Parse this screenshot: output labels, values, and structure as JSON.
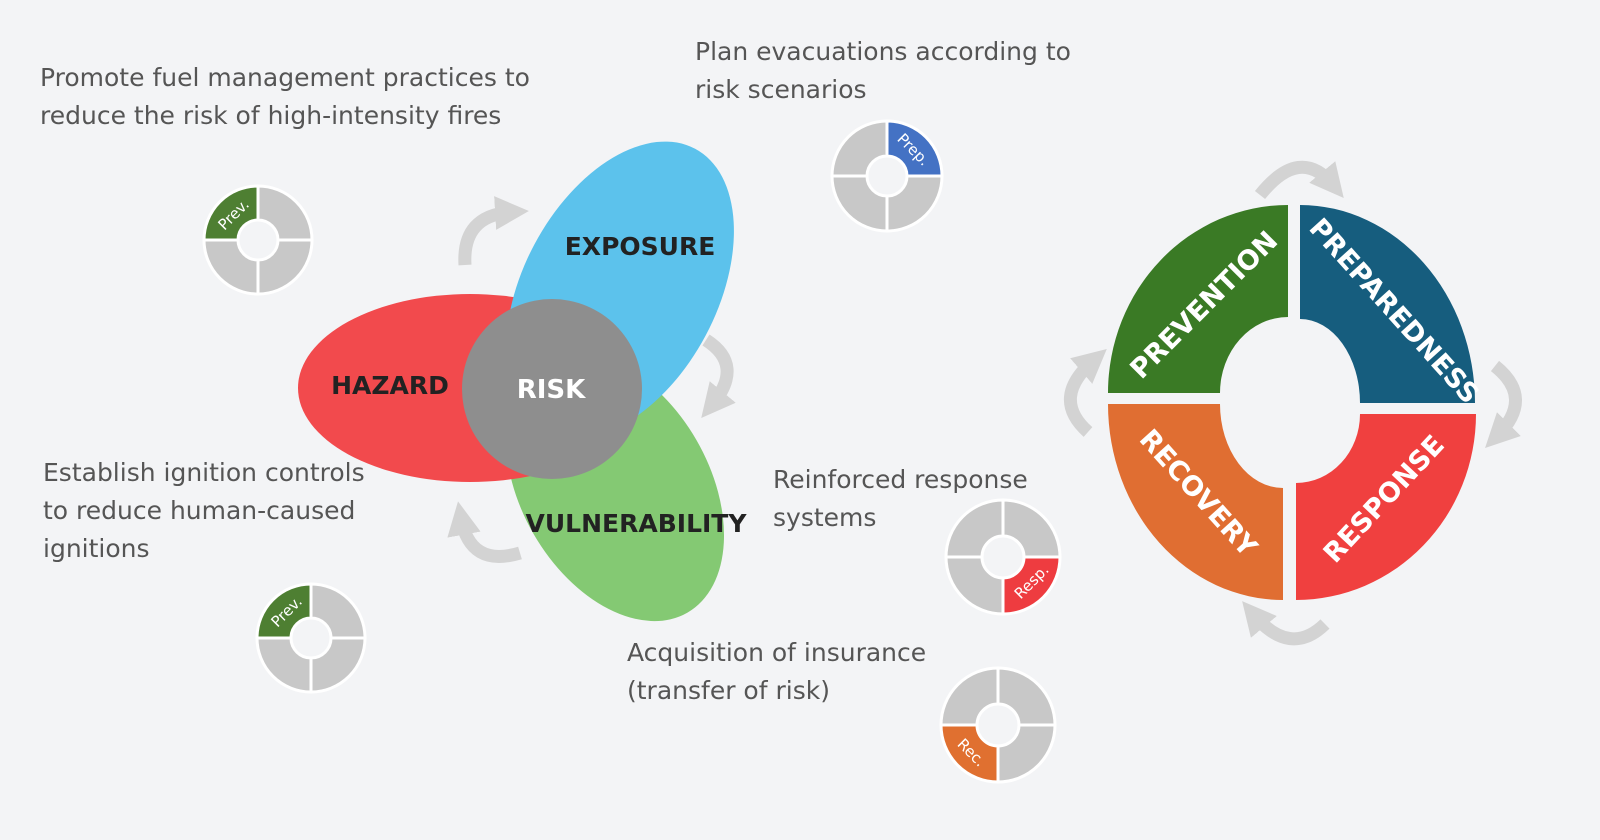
{
  "notes": {
    "fuel_management": "Promote fuel management practices to\nreduce the risk of high-intensity fires",
    "evacuations": "Plan evacuations according to\nrisk scenarios",
    "ignition_controls": "Establish ignition controls\nto reduce human-caused\nignitions",
    "response_systems": "Reinforced response\nsystems",
    "insurance": "Acquisition of insurance\n(transfer of risk)"
  },
  "risk_diagram": {
    "hazard": "HAZARD",
    "exposure": "EXPOSURE",
    "vulnerability": "VULNERABILITY",
    "risk": "RISK"
  },
  "cycle": {
    "prevention": "PREVENTION",
    "preparedness": "PREPAREDNESS",
    "response": "RESPONSE",
    "recovery": "RECOVERY"
  },
  "mini_wheels": {
    "prev_1": "Prev.",
    "prep": "Prep.",
    "prev_2": "Prev.",
    "resp": "Resp.",
    "rec": "Rec."
  },
  "colors": {
    "hazard": "#f24a4d",
    "exposure": "#5cc2ec",
    "vulnerability": "#84c973",
    "risk": "#8e8e8e",
    "prevention": "#3a7a25",
    "preparedness": "#165d7e",
    "response": "#f0403f",
    "recovery": "#e06e32",
    "mini_prev": "#4e7f32",
    "mini_prep": "#4472c4",
    "mini_resp": "#ee3c40",
    "mini_rec": "#e07030",
    "mini_grey": "#c8c8c8",
    "arrow": "#d3d3d3"
  }
}
